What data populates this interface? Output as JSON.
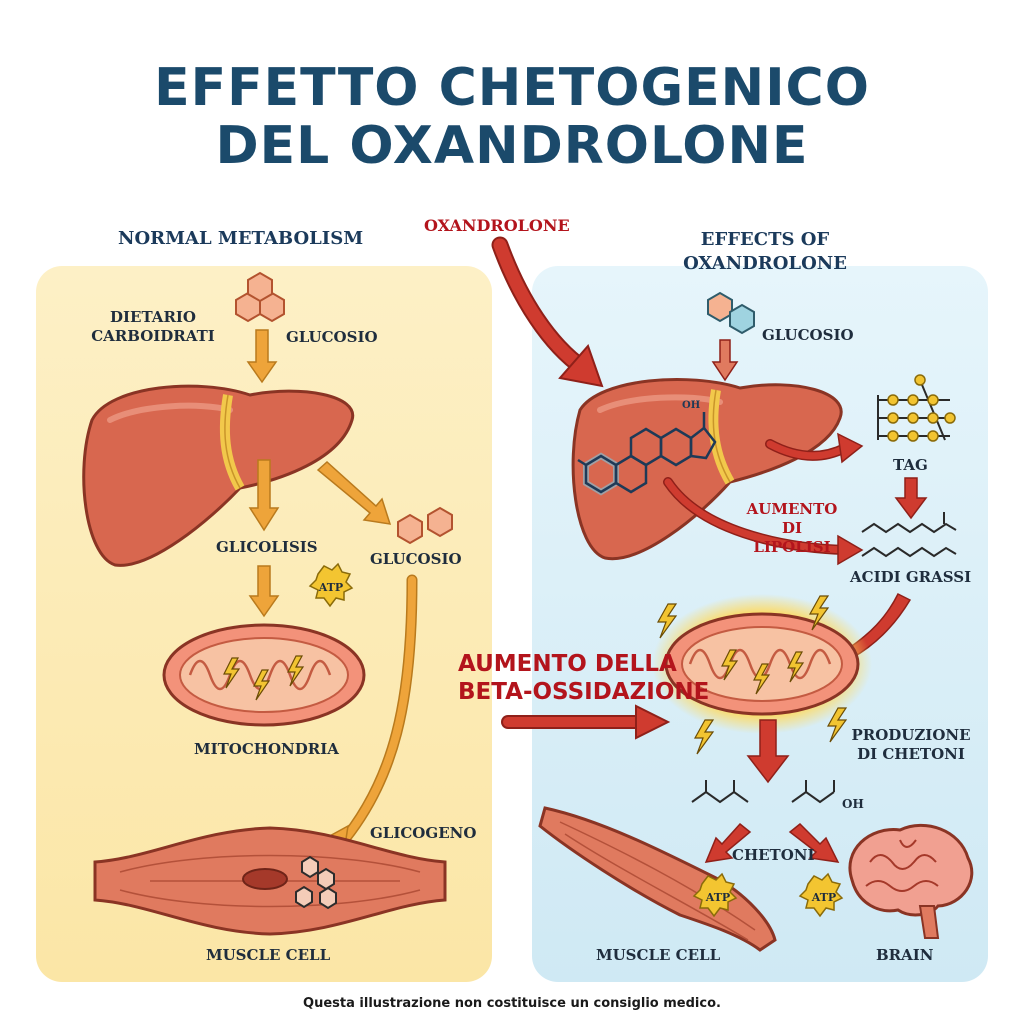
{
  "title": {
    "line1": "EFFETTO CHETOGENICO",
    "line2": "DEL OXANDROLONE"
  },
  "left": {
    "header": "NORMAL METABOLISM",
    "dietary_line1": "DIETARIO",
    "dietary_line2": "CARBOIDRATI",
    "glucose_top": "GLUCOSIO",
    "glycolysis": "GLICOLISIS",
    "glucose_mid": "GLUCOSIO",
    "atp": "ATP",
    "mitochondria": "MITOCHONDRIA",
    "glycogen": "GLICOGENO",
    "muscle": "MUSCLE CELL"
  },
  "oxandrolone_label": "OXANDROLONE",
  "right": {
    "header_line1": "EFFECTS OF",
    "header_line2": "OXANDROLONE",
    "glucose": "GLUCOSIO",
    "steroid_oh": "OH",
    "tag": "TAG",
    "lipolysis_line1": "AUMENTO DI",
    "lipolysis_line2": "LIPOLISI",
    "fatty_acids": "ACIDI GRASSI",
    "beta_line1": "AUMENTO DELLA",
    "beta_line2": "BETA-OSSIDAZIONE",
    "ketone_prod_line1": "PRODUZIONE",
    "ketone_prod_line2": "DI CHETONI",
    "ketone_oh": "OH",
    "ketones": "CHETONI",
    "atp_muscle": "ATP",
    "atp_brain": "ATP",
    "muscle": "MUSCLE CELL",
    "brain": "BRAIN"
  },
  "footer": "Questa illustrazione non costituisce un consiglio medico.",
  "colors": {
    "title": "#1b4a6b",
    "left_panel": "#fbe7a6",
    "right_panel": "#d6eef7",
    "liver": "#d8674f",
    "arrow_orange": "#eea43a",
    "arrow_red": "#cf3b2f",
    "highlight_red": "#b3141c"
  }
}
